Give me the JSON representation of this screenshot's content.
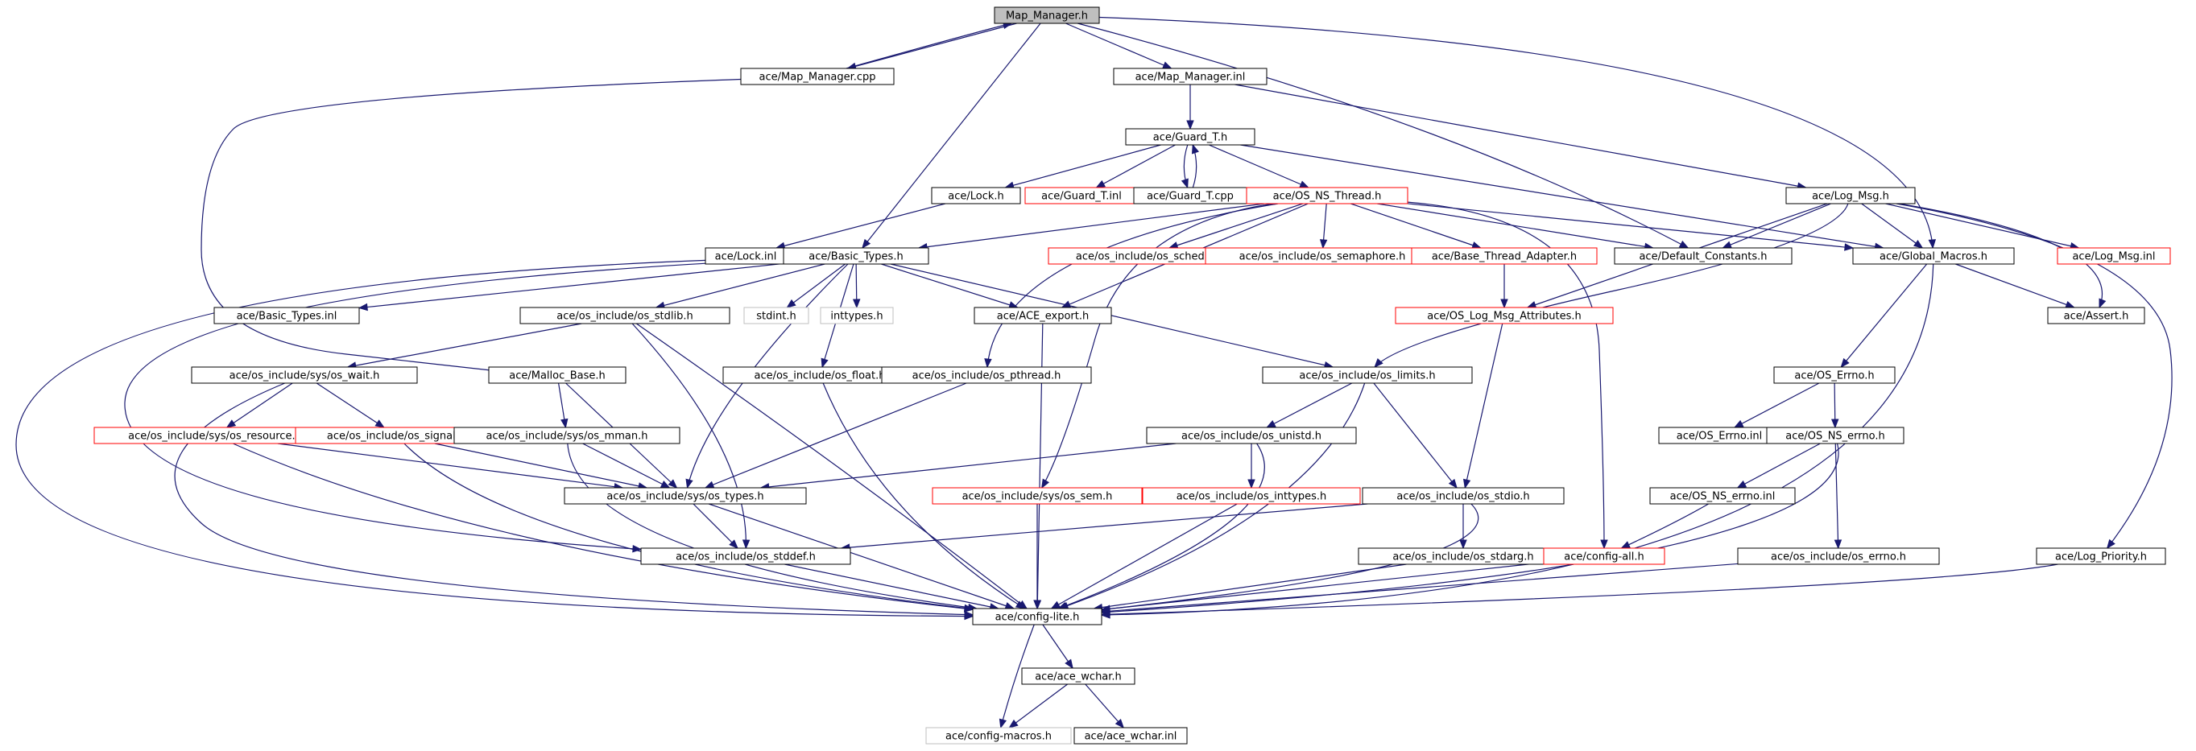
{
  "graph": {
    "title": "Map_Manager.h",
    "colors": {
      "edge": "#191970",
      "border_normal": "#000000",
      "border_truncated": "#ff0000",
      "border_external": "#bfbfbf",
      "root_fill": "#bfbfbf"
    },
    "nodes": [
      {
        "id": "map_manager_h",
        "label": "Map_Manager.h",
        "kind": "root"
      },
      {
        "id": "map_manager_cpp",
        "label": "ace/Map_Manager.cpp",
        "kind": "normal"
      },
      {
        "id": "map_manager_inl",
        "label": "ace/Map_Manager.inl",
        "kind": "normal"
      },
      {
        "id": "guard_t_h",
        "label": "ace/Guard_T.h",
        "kind": "normal"
      },
      {
        "id": "lock_h",
        "label": "ace/Lock.h",
        "kind": "normal"
      },
      {
        "id": "guard_t_inl",
        "label": "ace/Guard_T.inl",
        "kind": "truncated"
      },
      {
        "id": "guard_t_cpp",
        "label": "ace/Guard_T.cpp",
        "kind": "normal"
      },
      {
        "id": "os_ns_thread_h",
        "label": "ace/OS_NS_Thread.h",
        "kind": "truncated"
      },
      {
        "id": "log_msg_h",
        "label": "ace/Log_Msg.h",
        "kind": "normal"
      },
      {
        "id": "lock_inl",
        "label": "ace/Lock.inl",
        "kind": "normal"
      },
      {
        "id": "basic_types_h",
        "label": "ace/Basic_Types.h",
        "kind": "normal"
      },
      {
        "id": "os_sched_h",
        "label": "ace/os_include/os_sched.h",
        "kind": "truncated"
      },
      {
        "id": "os_semaphore_h",
        "label": "ace/os_include/os_semaphore.h",
        "kind": "truncated"
      },
      {
        "id": "base_thread_adapter_h",
        "label": "ace/Base_Thread_Adapter.h",
        "kind": "truncated"
      },
      {
        "id": "default_constants_h",
        "label": "ace/Default_Constants.h",
        "kind": "normal"
      },
      {
        "id": "global_macros_h",
        "label": "ace/Global_Macros.h",
        "kind": "normal"
      },
      {
        "id": "log_msg_inl",
        "label": "ace/Log_Msg.inl",
        "kind": "truncated"
      },
      {
        "id": "basic_types_inl",
        "label": "ace/Basic_Types.inl",
        "kind": "normal"
      },
      {
        "id": "os_stdlib_h",
        "label": "ace/os_include/os_stdlib.h",
        "kind": "normal"
      },
      {
        "id": "stdint_h",
        "label": "stdint.h",
        "kind": "external"
      },
      {
        "id": "inttypes_h",
        "label": "inttypes.h",
        "kind": "external"
      },
      {
        "id": "ace_export_h",
        "label": "ace/ACE_export.h",
        "kind": "normal"
      },
      {
        "id": "os_log_msg_attributes_h",
        "label": "ace/OS_Log_Msg_Attributes.h",
        "kind": "truncated"
      },
      {
        "id": "assert_h",
        "label": "ace/Assert.h",
        "kind": "normal"
      },
      {
        "id": "os_wait_h",
        "label": "ace/os_include/sys/os_wait.h",
        "kind": "normal"
      },
      {
        "id": "malloc_base_h",
        "label": "ace/Malloc_Base.h",
        "kind": "normal"
      },
      {
        "id": "os_float_h",
        "label": "ace/os_include/os_float.h",
        "kind": "normal"
      },
      {
        "id": "os_pthread_h",
        "label": "ace/os_include/os_pthread.h",
        "kind": "normal"
      },
      {
        "id": "os_limits_h",
        "label": "ace/os_include/os_limits.h",
        "kind": "normal"
      },
      {
        "id": "os_errno_h_ace",
        "label": "ace/OS_Errno.h",
        "kind": "normal"
      },
      {
        "id": "os_resource_h",
        "label": "ace/os_include/sys/os_resource.h",
        "kind": "truncated"
      },
      {
        "id": "os_signal_h",
        "label": "ace/os_include/os_signal.h",
        "kind": "truncated"
      },
      {
        "id": "os_mman_h",
        "label": "ace/os_include/sys/os_mman.h",
        "kind": "normal"
      },
      {
        "id": "os_unistd_h",
        "label": "ace/os_include/os_unistd.h",
        "kind": "normal"
      },
      {
        "id": "os_errno_inl",
        "label": "ace/OS_Errno.inl",
        "kind": "normal"
      },
      {
        "id": "os_ns_errno_h",
        "label": "ace/OS_NS_errno.h",
        "kind": "normal"
      },
      {
        "id": "os_types_h",
        "label": "ace/os_include/sys/os_types.h",
        "kind": "normal"
      },
      {
        "id": "os_sem_h",
        "label": "ace/os_include/sys/os_sem.h",
        "kind": "truncated"
      },
      {
        "id": "os_inttypes_h",
        "label": "ace/os_include/os_inttypes.h",
        "kind": "truncated"
      },
      {
        "id": "os_stdio_h",
        "label": "ace/os_include/os_stdio.h",
        "kind": "normal"
      },
      {
        "id": "os_ns_errno_inl",
        "label": "ace/OS_NS_errno.inl",
        "kind": "normal"
      },
      {
        "id": "os_stddef_h",
        "label": "ace/os_include/os_stddef.h",
        "kind": "normal"
      },
      {
        "id": "os_stdarg_h",
        "label": "ace/os_include/os_stdarg.h",
        "kind": "normal"
      },
      {
        "id": "config_all_h",
        "label": "ace/config-all.h",
        "kind": "truncated"
      },
      {
        "id": "os_errno_h",
        "label": "ace/os_include/os_errno.h",
        "kind": "normal"
      },
      {
        "id": "log_priority_h",
        "label": "ace/Log_Priority.h",
        "kind": "normal"
      },
      {
        "id": "config_lite_h",
        "label": "ace/config-lite.h",
        "kind": "normal"
      },
      {
        "id": "ace_wchar_h",
        "label": "ace/ace_wchar.h",
        "kind": "normal"
      },
      {
        "id": "config_macros_h",
        "label": "ace/config-macros.h",
        "kind": "external"
      },
      {
        "id": "ace_wchar_inl",
        "label": "ace/ace_wchar.inl",
        "kind": "normal"
      }
    ],
    "edges": [
      [
        "map_manager_h",
        "map_manager_cpp"
      ],
      [
        "map_manager_cpp",
        "map_manager_h"
      ],
      [
        "map_manager_h",
        "map_manager_inl"
      ],
      [
        "map_manager_h",
        "basic_types_h"
      ],
      [
        "map_manager_h",
        "default_constants_h"
      ],
      [
        "map_manager_h",
        "global_macros_h"
      ],
      [
        "map_manager_cpp",
        "malloc_base_h"
      ],
      [
        "map_manager_inl",
        "guard_t_h"
      ],
      [
        "map_manager_inl",
        "log_msg_h"
      ],
      [
        "guard_t_h",
        "lock_h"
      ],
      [
        "guard_t_h",
        "guard_t_inl"
      ],
      [
        "guard_t_h",
        "guard_t_cpp"
      ],
      [
        "guard_t_cpp",
        "guard_t_h"
      ],
      [
        "guard_t_h",
        "os_ns_thread_h"
      ],
      [
        "guard_t_h",
        "global_macros_h"
      ],
      [
        "lock_h",
        "lock_inl"
      ],
      [
        "os_ns_thread_h",
        "basic_types_h"
      ],
      [
        "os_ns_thread_h",
        "os_sched_h"
      ],
      [
        "os_ns_thread_h",
        "os_semaphore_h"
      ],
      [
        "os_ns_thread_h",
        "base_thread_adapter_h"
      ],
      [
        "os_ns_thread_h",
        "default_constants_h"
      ],
      [
        "os_ns_thread_h",
        "global_macros_h"
      ],
      [
        "os_ns_thread_h",
        "ace_export_h"
      ],
      [
        "os_ns_thread_h",
        "os_pthread_h"
      ],
      [
        "os_ns_thread_h",
        "os_sem_h"
      ],
      [
        "os_ns_thread_h",
        "config_all_h"
      ],
      [
        "log_msg_h",
        "default_constants_h"
      ],
      [
        "log_msg_h",
        "global_macros_h"
      ],
      [
        "log_msg_h",
        "log_msg_inl"
      ],
      [
        "log_msg_h",
        "assert_h"
      ],
      [
        "log_msg_h",
        "os_log_msg_attributes_h"
      ],
      [
        "log_msg_h",
        "os_limits_h"
      ],
      [
        "log_msg_h",
        "log_priority_h"
      ],
      [
        "base_thread_adapter_h",
        "os_log_msg_attributes_h"
      ],
      [
        "global_macros_h",
        "assert_h"
      ],
      [
        "global_macros_h",
        "os_errno_h_ace"
      ],
      [
        "global_macros_h",
        "config_lite_h"
      ],
      [
        "basic_types_h",
        "basic_types_inl"
      ],
      [
        "basic_types_h",
        "os_stdlib_h"
      ],
      [
        "basic_types_h",
        "stdint_h"
      ],
      [
        "basic_types_h",
        "inttypes_h"
      ],
      [
        "basic_types_h",
        "ace_export_h"
      ],
      [
        "basic_types_h",
        "os_float_h"
      ],
      [
        "basic_types_h",
        "os_limits_h"
      ],
      [
        "basic_types_h",
        "os_types_h"
      ],
      [
        "basic_types_h",
        "os_stddef_h"
      ],
      [
        "basic_types_h",
        "config_lite_h"
      ],
      [
        "os_stdlib_h",
        "os_wait_h"
      ],
      [
        "os_stdlib_h",
        "os_stddef_h"
      ],
      [
        "os_stdlib_h",
        "config_lite_h"
      ],
      [
        "os_wait_h",
        "os_resource_h"
      ],
      [
        "os_wait_h",
        "os_signal_h"
      ],
      [
        "os_wait_h",
        "config_lite_h"
      ],
      [
        "malloc_base_h",
        "os_mman_h"
      ],
      [
        "malloc_base_h",
        "os_types_h"
      ],
      [
        "os_resource_h",
        "os_types_h"
      ],
      [
        "os_resource_h",
        "config_lite_h"
      ],
      [
        "os_signal_h",
        "os_types_h"
      ],
      [
        "os_signal_h",
        "config_lite_h"
      ],
      [
        "os_mman_h",
        "os_types_h"
      ],
      [
        "os_mman_h",
        "config_lite_h"
      ],
      [
        "os_pthread_h",
        "os_types_h"
      ],
      [
        "os_float_h",
        "config_lite_h"
      ],
      [
        "ace_export_h",
        "config_lite_h"
      ],
      [
        "os_limits_h",
        "os_unistd_h"
      ],
      [
        "os_limits_h",
        "os_stdio_h"
      ],
      [
        "os_limits_h",
        "config_lite_h"
      ],
      [
        "os_unistd_h",
        "os_types_h"
      ],
      [
        "os_unistd_h",
        "os_inttypes_h"
      ],
      [
        "os_unistd_h",
        "config_lite_h"
      ],
      [
        "os_log_msg_attributes_h",
        "os_stdio_h"
      ],
      [
        "os_errno_h_ace",
        "os_errno_inl"
      ],
      [
        "os_errno_h_ace",
        "os_ns_errno_h"
      ],
      [
        "os_ns_errno_h",
        "os_ns_errno_inl"
      ],
      [
        "os_ns_errno_h",
        "os_errno_h"
      ],
      [
        "os_ns_errno_h",
        "config_lite_h"
      ],
      [
        "os_ns_errno_inl",
        "config_all_h"
      ],
      [
        "os_types_h",
        "os_stddef_h"
      ],
      [
        "os_types_h",
        "config_lite_h"
      ],
      [
        "os_sem_h",
        "config_lite_h"
      ],
      [
        "os_inttypes_h",
        "config_lite_h"
      ],
      [
        "os_stdio_h",
        "os_stddef_h"
      ],
      [
        "os_stdio_h",
        "os_stdarg_h"
      ],
      [
        "os_stdio_h",
        "config_lite_h"
      ],
      [
        "os_stddef_h",
        "config_lite_h"
      ],
      [
        "os_stdarg_h",
        "config_lite_h"
      ],
      [
        "config_all_h",
        "config_lite_h"
      ],
      [
        "os_errno_h",
        "config_lite_h"
      ],
      [
        "log_priority_h",
        "config_lite_h"
      ],
      [
        "config_lite_h",
        "ace_wchar_h"
      ],
      [
        "config_lite_h",
        "config_macros_h"
      ],
      [
        "ace_wchar_h",
        "config_macros_h"
      ],
      [
        "ace_wchar_h",
        "ace_wchar_inl"
      ]
    ]
  }
}
